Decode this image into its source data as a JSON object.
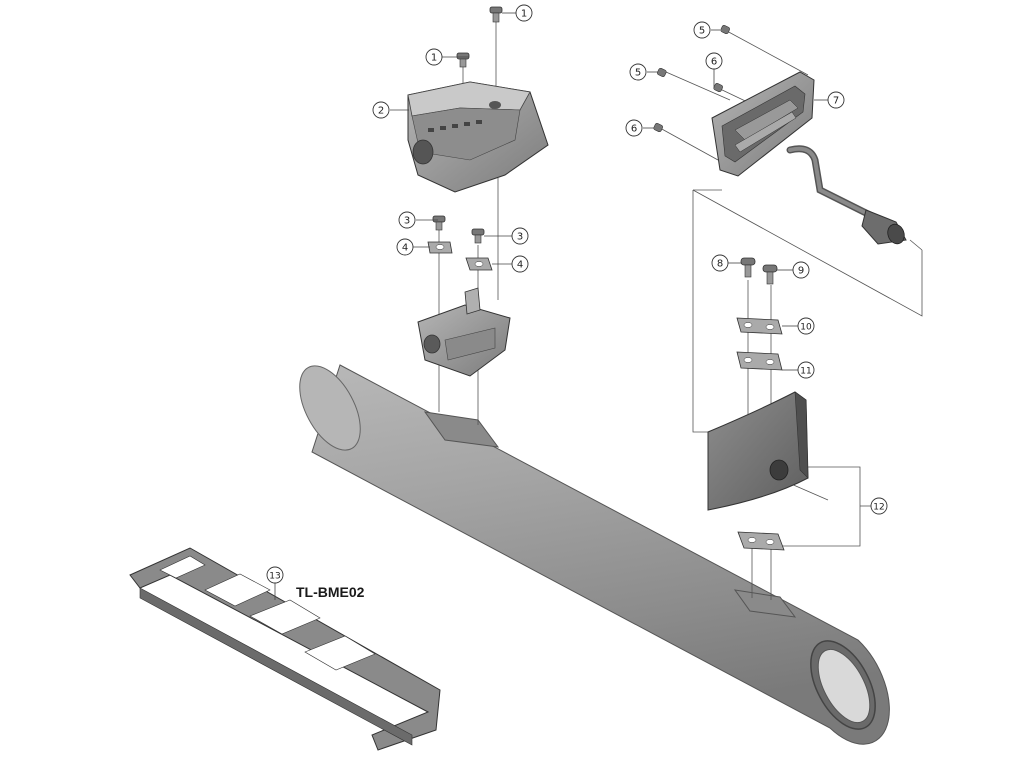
{
  "diagram": {
    "callouts": {
      "c1a": "1",
      "c1b": "1",
      "c2": "2",
      "c3a": "3",
      "c3b": "3",
      "c4a": "4",
      "c4b": "4",
      "c5a": "5",
      "c5b": "5",
      "c6a": "6",
      "c6b": "6",
      "c7": "7",
      "c8": "8",
      "c9": "9",
      "c10": "10",
      "c11": "11",
      "c12": "12",
      "c13": "13"
    },
    "tool_label": "TL-BME02"
  },
  "colors": {
    "part_fill": "#9a9a9a",
    "part_dark": "#6f6f6f",
    "part_light": "#c4c4c4",
    "outline": "#3a3a3a"
  }
}
